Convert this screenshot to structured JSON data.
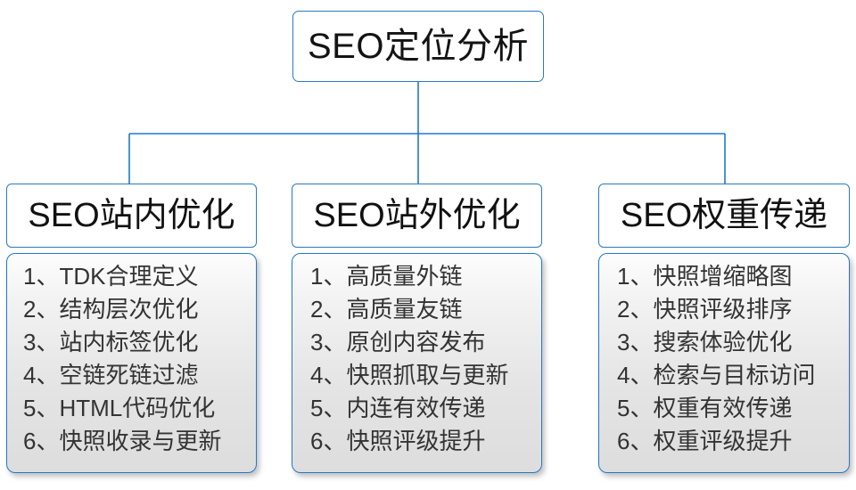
{
  "diagram": {
    "type": "tree",
    "accent_color": "#2078c8",
    "text_color": "#131313",
    "list_text_color": "#333333",
    "background_color": "#ffffff",
    "root": {
      "label": "SEO定位分析"
    },
    "branches": [
      {
        "title": "SEO站内优化",
        "items": [
          {
            "index": "1、",
            "text": "TDK合理定义"
          },
          {
            "index": "2、",
            "text": "结构层次优化"
          },
          {
            "index": "3、",
            "text": "站内标签优化"
          },
          {
            "index": "4、",
            "text": "空链死链过滤"
          },
          {
            "index": "5、",
            "text": "HTML代码优化"
          },
          {
            "index": "6、",
            "text": "快照收录与更新"
          }
        ]
      },
      {
        "title": "SEO站外优化",
        "items": [
          {
            "index": "1、",
            "text": "高质量外链"
          },
          {
            "index": "2、",
            "text": "高质量友链"
          },
          {
            "index": "3、",
            "text": "原创内容发布"
          },
          {
            "index": "4、",
            "text": "快照抓取与更新"
          },
          {
            "index": "5、",
            "text": "内连有效传递"
          },
          {
            "index": "6、",
            "text": "快照评级提升"
          }
        ]
      },
      {
        "title": "SEO权重传递",
        "items": [
          {
            "index": "1、",
            "text": "快照增缩略图"
          },
          {
            "index": "2、",
            "text": "快照评级排序"
          },
          {
            "index": "3、",
            "text": "搜索体验优化"
          },
          {
            "index": "4、",
            "text": "检索与目标访问"
          },
          {
            "index": "5、",
            "text": "权重有效传递"
          },
          {
            "index": "6、",
            "text": "权重评级提升"
          }
        ]
      }
    ]
  }
}
